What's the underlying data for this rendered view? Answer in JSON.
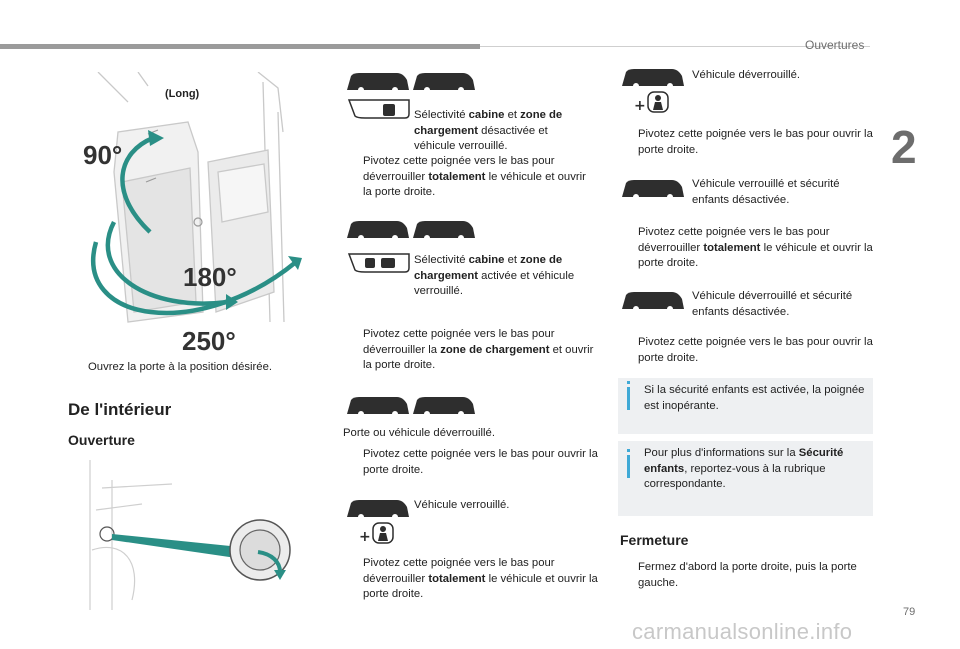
{
  "header": {
    "section": "Ouvertures",
    "chapter": "2",
    "page": "79",
    "watermark": "carmanualsonline.info"
  },
  "left": {
    "figure1": {
      "label_long": "(Long)",
      "angle_90": "90°",
      "angle_180": "180°",
      "angle_250": "250°"
    },
    "bullet_open": "Ouvrez la porte à la position désirée.",
    "h_interior": "De l'intérieur",
    "h_opening": "Ouverture"
  },
  "mid": {
    "c1_a": "Sélectivité ",
    "c1_b": "cabine",
    "c1_c": " et ",
    "c1_d": "zone de chargement",
    "c1_e": " désactivée et véhicule verrouillé.",
    "b1_a": "Pivotez cette poignée vers le bas pour déverrouiller ",
    "b1_b": "totalement",
    "b1_c": " le véhicule et ouvrir la porte droite.",
    "c2_a": "Sélectivité ",
    "c2_b": "cabine",
    "c2_c": " et ",
    "c2_d": "zone de chargement",
    "c2_e": " activée et véhicule verrouillé.",
    "b2_a": "Pivotez cette poignée vers le bas pour déverrouiller la ",
    "b2_b": "zone de chargement",
    "b2_c": " et ouvrir la porte droite.",
    "p3": "Porte ou véhicule déverrouillé.",
    "b3": "Pivotez cette poignée vers le bas pour ouvrir la porte droite.",
    "c4": "Véhicule verrouillé.",
    "b4_a": "Pivotez cette poignée vers le bas pour déverrouiller ",
    "b4_b": "totalement",
    "b4_c": " le véhicule et ouvrir la porte droite."
  },
  "right": {
    "c5": "Véhicule déverrouillé.",
    "b5": "Pivotez cette poignée vers le bas pour ouvrir la porte droite.",
    "c6": "Véhicule verrouillé et sécurité enfants désactivée.",
    "b6_a": "Pivotez cette poignée vers le bas pour déverrouiller ",
    "b6_b": "totalement",
    "b6_c": " le véhicule et ouvrir la porte droite.",
    "c7": "Véhicule déverrouillé et sécurité enfants désactivée.",
    "b7": "Pivotez cette poignée vers le bas pour ouvrir la porte droite.",
    "note1": "Si la sécurité enfants est activée, la poignée est inopérante.",
    "note2_a": "Pour plus d'informations sur la ",
    "note2_b": "Sécurité enfants",
    "note2_c": ", reportez-vous à la rubrique correspondante.",
    "h_closing": "Fermeture",
    "b8": "Fermez d'abord la porte droite, puis la porte gauche."
  },
  "bullet_mark": "",
  "colors": {
    "arrow_teal": "#2a8f86",
    "info_blue": "#3fa9d6",
    "header_gray": "#9b9b9b"
  }
}
